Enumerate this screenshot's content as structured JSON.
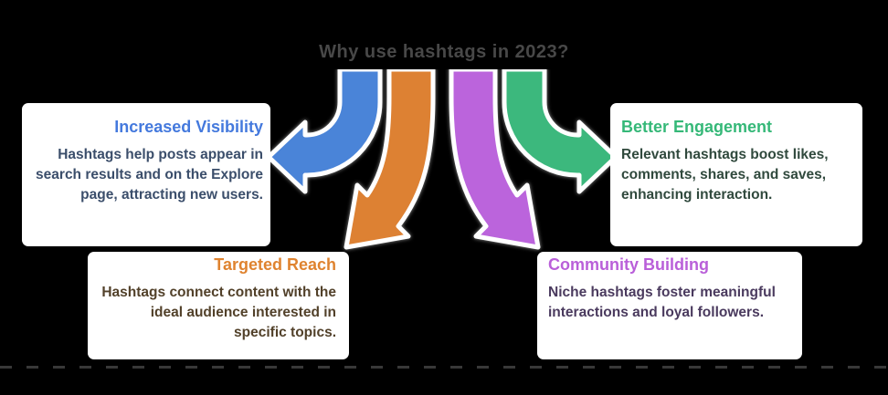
{
  "title": "Why use hashtags in 2023?",
  "sections": {
    "increased_visibility": {
      "heading": "Increased Visibility",
      "body": "Hashtags help posts appear in search results and on the Explore page, attracting new users.",
      "accent_color": "#4479dd",
      "body_color": "#3b4e6b"
    },
    "better_engagement": {
      "heading": "Better Engagement",
      "body": "Relevant hashtags boost likes, comments, shares, and saves, enhancing interaction.",
      "accent_color": "#35b878",
      "body_color": "#30493d"
    },
    "targeted_reach": {
      "heading": "Targeted Reach",
      "body": "Hashtags connect content with the ideal audience interested in specific topics.",
      "accent_color": "#df832f",
      "body_color": "#52412a"
    },
    "community_building": {
      "heading": "Community Building",
      "body": "Niche hashtags foster meaningful interactions and loyal followers.",
      "accent_color": "#b95fd9",
      "body_color": "#4a3a5e"
    }
  },
  "arrows": {
    "blue_left": {
      "label": "curved-arrow-pointing-left",
      "color": "#4a84d8"
    },
    "orange_down_left": {
      "label": "curved-arrow-pointing-down-left",
      "color": "#dd8133"
    },
    "purple_down_right": {
      "label": "curved-arrow-pointing-down-right",
      "color": "#bb64dc"
    },
    "green_right": {
      "label": "curved-arrow-pointing-right",
      "color": "#3cb87d"
    }
  },
  "decor": {
    "background_color": "#000000",
    "panel_color": "#ffffff",
    "title_color": "#484848",
    "dashed_line_color": "#4a4a4a"
  }
}
